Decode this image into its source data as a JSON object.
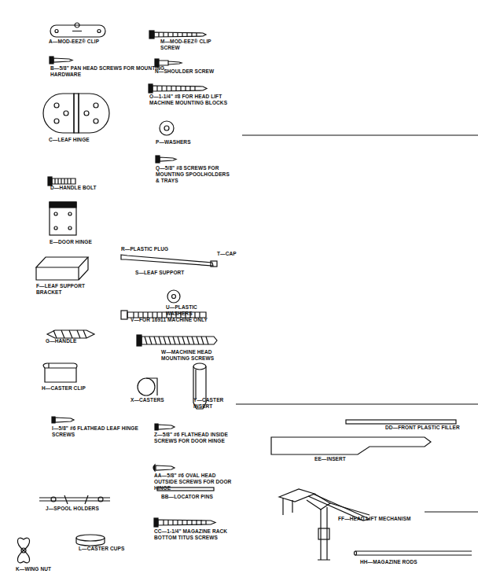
{
  "diagram": {
    "labels": [
      "A—MOD-EEZ® CLIP",
      "M—MOD-EEZ® CLIP SCREW",
      "B—5/8\" PAN HEAD SCREWS FOR MOUNTING HARDWARE",
      "N—SHOULDER SCREW",
      "O—1-1/4\" #8 FOR HEAD LIFT MACHINE MOUNTING BLOCKS",
      "C—LEAF HINGE",
      "P—WASHERS",
      "Q—5/8\" #8 SCREWS FOR MOUNTING SPOOLHOLDERS & TRAYS",
      "D—HANDLE BOLT",
      "E—DOOR HINGE",
      "R—PLASTIC PLUG",
      "T—CAP",
      "S—LEAF SUPPORT",
      "F—LEAF SUPPORT BRACKET",
      "U—PLASTIC WASHERS",
      "V—FOR 16911 MACHINE ONLY",
      "G—HANDLE",
      "W—MACHINE HEAD MOUNTING SCREWS",
      "H—CASTER CLIP",
      "X—CASTERS",
      "Y—CASTER INSERT",
      "I—5/8\" #6 FLATHEAD LEAF HINGE SCREWS",
      "Z—5/8\" #6 FLATHEAD INSIDE SCREWS FOR DOOR HINGE",
      "DD—FRONT PLASTIC FILLER",
      "EE—INSERT",
      "J—SPOOL HOLDERS",
      "AA—5/8\" #6 OVAL HEAD OUTSIDE SCREWS FOR DOOR HINGE",
      "BB—LOCATOR PINS",
      "K—WING NUT",
      "L—CASTER CUPS",
      "CC—1-1/4\" MAGAZINE RACK BOTTOM TITUS SCREWS",
      "FF—HEAD LIFT MECHANISM",
      "HH—MAGAZINE RODS"
    ]
  }
}
